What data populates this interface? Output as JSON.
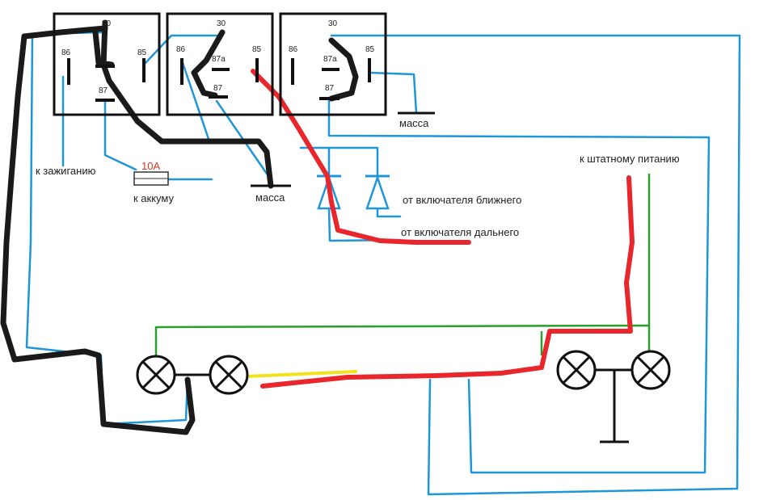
{
  "relays": [
    {
      "pin_30": "30",
      "pin_86": "86",
      "pin_85": "85",
      "pin_87": "87"
    },
    {
      "pin_30": "30",
      "pin_86": "86",
      "pin_85": "85",
      "pin_87a": "87a",
      "pin_87": "87"
    },
    {
      "pin_30": "30",
      "pin_86": "86",
      "pin_85": "85",
      "pin_87a": "87a",
      "pin_87": "87"
    }
  ],
  "labels": {
    "ignition": "к зажиганию",
    "fuse_rating": "10А",
    "battery": "к аккуму",
    "ground_1": "масса",
    "ground_2": "масса",
    "low_beam_switch": "от включателя ближнего",
    "high_beam_switch": "от включателя дальнего",
    "stock_power": "к штатному питанию"
  },
  "colors": {
    "blue_wire": "#1e96d8",
    "green_wire": "#2aa02a",
    "black_wire": "#1a1a1a",
    "red_wire": "#e8262b",
    "yellow_wire": "#f2e21a",
    "fuse_label": "#d23a2a"
  }
}
